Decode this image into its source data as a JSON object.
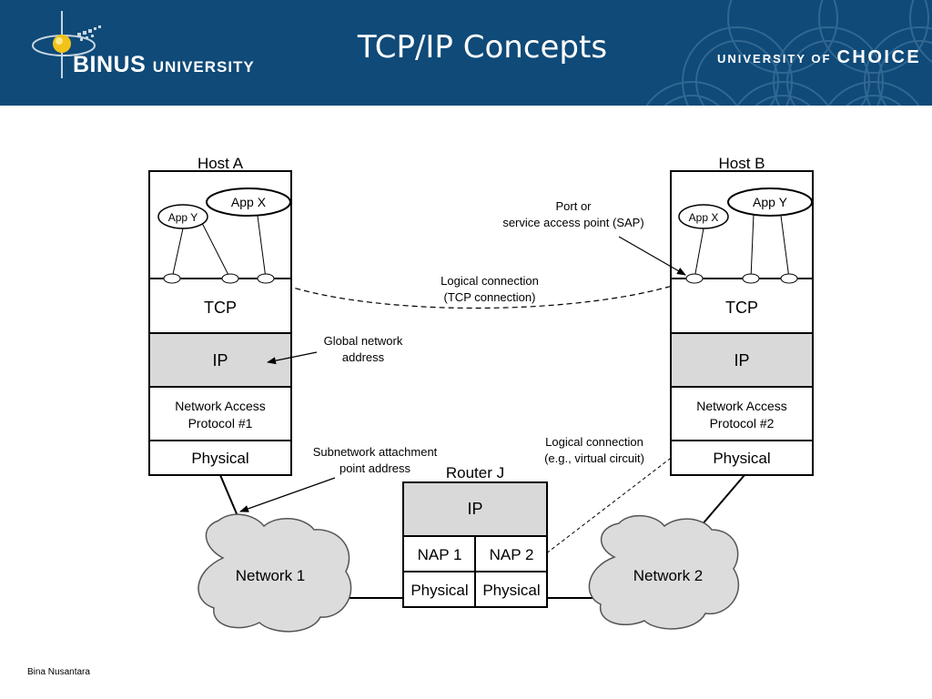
{
  "header": {
    "title": "TCP/IP Concepts",
    "logo_brand": "BINUS",
    "logo_university": "UNIVERSITY",
    "tagline_prefix": "UNIVERSITY OF",
    "tagline_emphasis": "CHOICE"
  },
  "diagram": {
    "host_a": {
      "label": "Host A",
      "app_y": "App Y",
      "app_x": "App X",
      "tcp": "TCP",
      "ip": "IP",
      "nap_line1": "Network Access",
      "nap_line2": "Protocol #1",
      "physical": "Physical"
    },
    "host_b": {
      "label": "Host B",
      "app_x": "App X",
      "app_y": "App Y",
      "tcp": "TCP",
      "ip": "IP",
      "nap_line1": "Network Access",
      "nap_line2": "Protocol #2",
      "physical": "Physical"
    },
    "router": {
      "label": "Router J",
      "ip": "IP",
      "nap1": "NAP 1",
      "nap2": "NAP 2",
      "physical1": "Physical",
      "physical2": "Physical"
    },
    "networks": {
      "network1": "Network 1",
      "network2": "Network 2"
    },
    "annotations": {
      "port_line1": "Port or",
      "port_line2": "service access point (SAP)",
      "tcp_conn_line1": "Logical connection",
      "tcp_conn_line2": "(TCP connection)",
      "global_line1": "Global network",
      "global_line2": "address",
      "subnet_line1": "Subnetwork attachment",
      "subnet_line2": "point address",
      "vc_line1": "Logical connection",
      "vc_line2": "(e.g., virtual circuit)"
    }
  },
  "footer": {
    "text": "Bina Nusantara"
  },
  "colors": {
    "banner": "#0f4a78",
    "ip_layer": "#d9d9d9",
    "cloud": "#dcdcdc"
  }
}
